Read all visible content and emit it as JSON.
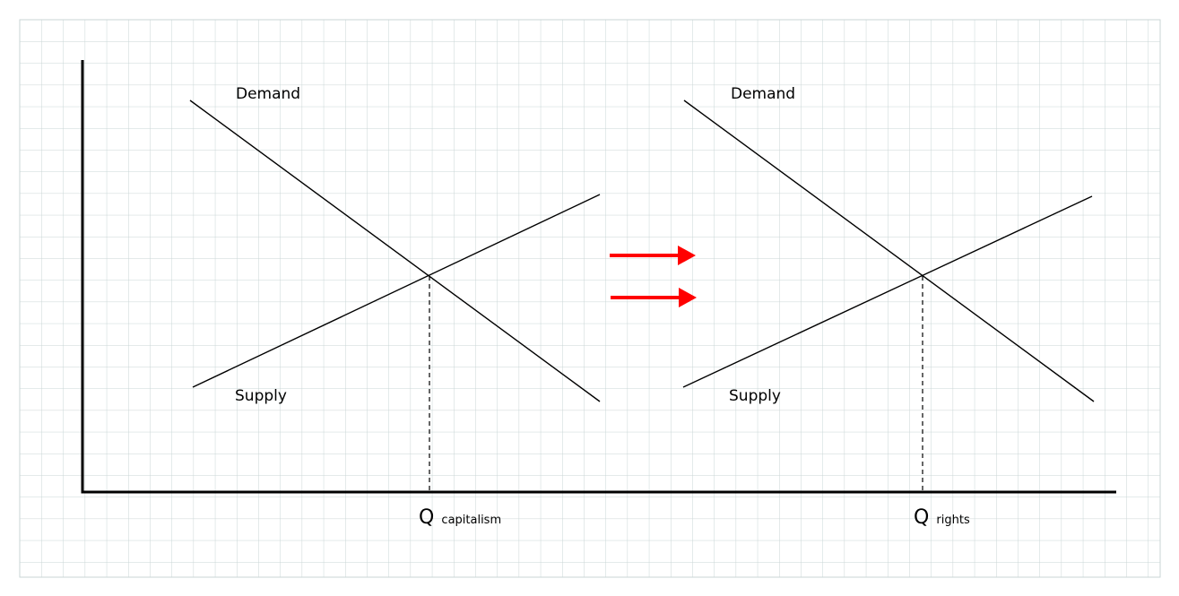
{
  "colors": {
    "background": "#ffffff",
    "grid": "#c9d6d6",
    "line": "#000000",
    "arrow": "#ff0000"
  },
  "left_panel": {
    "demand_label": "Demand",
    "supply_label": "Supply",
    "q_main": "Q",
    "q_sub": "capitalism"
  },
  "right_panel": {
    "demand_label": "Demand",
    "supply_label": "Supply",
    "q_main": "Q",
    "q_sub": "rights"
  },
  "transition": {
    "arrow_count": 2,
    "arrow_icon": "right-arrow-icon"
  }
}
